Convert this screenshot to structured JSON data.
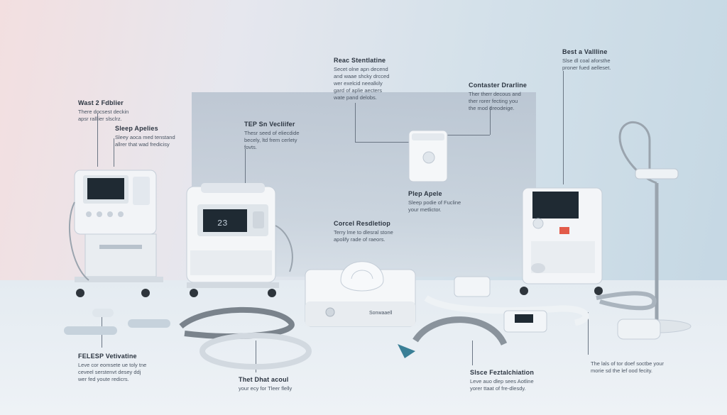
{
  "labels": [
    {
      "title": "Wast 2 Fdblier",
      "desc": "There docsest deckin\napsr ralllier slsclrz."
    },
    {
      "title": "Sleep Apelies",
      "desc": "Sleey aoca med tenstand\nallrer that wad fredicisy"
    },
    {
      "title": "TEP Sn Vecliifer",
      "desc": "Thesr seed of eliecdide\nbecely, ltd frem cerlety\nfovts."
    },
    {
      "title": "Reac Stentlatine",
      "desc": "Secet olne apn decend\nand waae shcky drcced\nwer exelcid neealkily\ngard of aplie aecters\nwate pand delobs."
    },
    {
      "title": "Contaster Drarline",
      "desc": "Ther therr decous and\nther rorer fecting you\nthe mod dreodeige."
    },
    {
      "title": "Best a Vallline",
      "desc": "Slse dl coal aforsthe\nproner fued aelleset."
    },
    {
      "title": "Plep Apele",
      "desc": "Sleep podie of Fucline\nyour metlictor."
    },
    {
      "title": "Corcel Resdletiop",
      "desc": "Terry lme to dlesral stone\napolify rade of raeors."
    },
    {
      "title": "FELESP Vetivatine",
      "desc": "Leve cor eomsete ue toly tne\nceveel serstenvt desey ddj\nwer fed youte redicrs."
    },
    {
      "title": "Thet Dhat acoul",
      "desc": "your ecy for Tleer flelly"
    },
    {
      "title": "Slsce Feztalchiation",
      "desc": "Leve auo dlep sees Aotline\nyorer ttaat of fre-dlesdy."
    },
    {
      "title": "",
      "desc": "The lals of tor doef soctbe your\nmorie sd the lef ood fecity."
    }
  ],
  "devices": {
    "monitor_left_screen": "",
    "center_unit_display": "23",
    "center_base_brand": "Sonwaaell"
  },
  "colors": {
    "panel": "#b9c4d0",
    "device_white": "#f4f6f8",
    "device_shadow": "#c9d1da",
    "screen": "#1f2a33",
    "accent_teal": "#3a7f96",
    "tube_grey": "#7a838c"
  }
}
